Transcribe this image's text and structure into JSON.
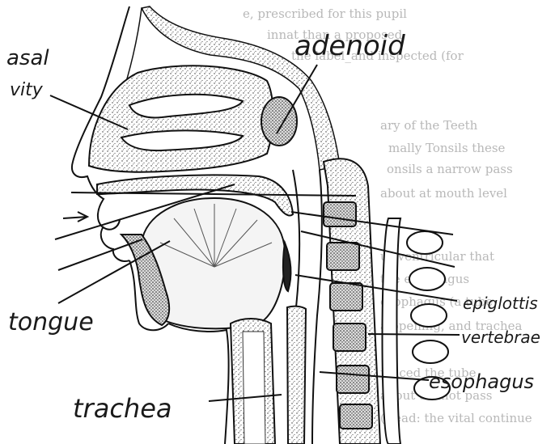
{
  "labels": {
    "nasal_cavity": "asal",
    "nasal_cavity_2": "vity",
    "adenoid": "adenoid",
    "tongue": "tongue",
    "trachea": "trachea",
    "epiglottis": "epiglottis",
    "vertebrae": "vertebrae",
    "esophagus": "esophagus"
  },
  "background_text": [
    "e, prescribed for this pupil",
    "innat than a proposed",
    "the label_and inspected (for",
    "ary of the Teeth",
    "mally Tonsils these",
    "onsils a narrow pass",
    "about at mouth level",
    "ur ventricular that",
    "the esophagus",
    "esophagus (a tube",
    "a opening, and trachea",
    "placed the tube",
    "about cannot pass",
    "(Read: the vital continue"
  ]
}
